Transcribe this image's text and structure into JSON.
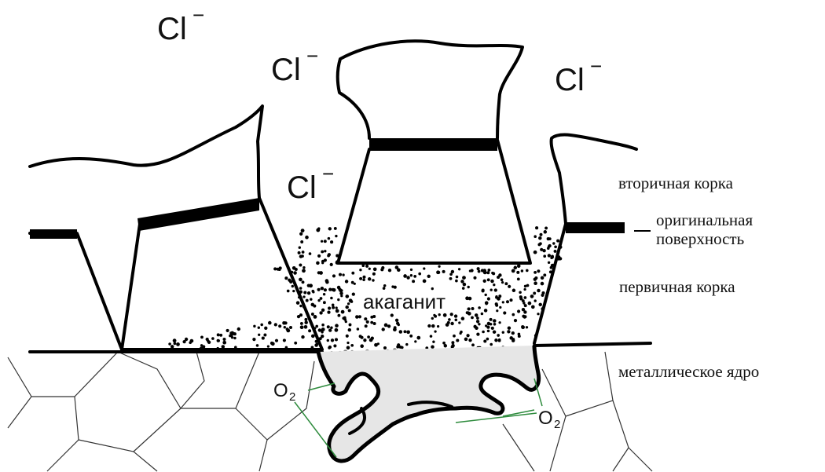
{
  "ions": {
    "symbol": "Cl",
    "charge": "−"
  },
  "layers": {
    "secondary_crust": "вторичная корка",
    "original_surface_line1": "оригинальная",
    "original_surface_line2": "поверхность",
    "primary_crust": "первичная корка",
    "metal_core": "металлическое ядро"
  },
  "mineral": "акаганит",
  "oxygen": {
    "symbol": "O",
    "subscript": "2"
  },
  "colors": {
    "outline": "#000000",
    "dots_dark": "#000000",
    "dots_gray": "#8a8a8a",
    "pointer_lines": "#2e8b3d",
    "background": "#ffffff"
  }
}
